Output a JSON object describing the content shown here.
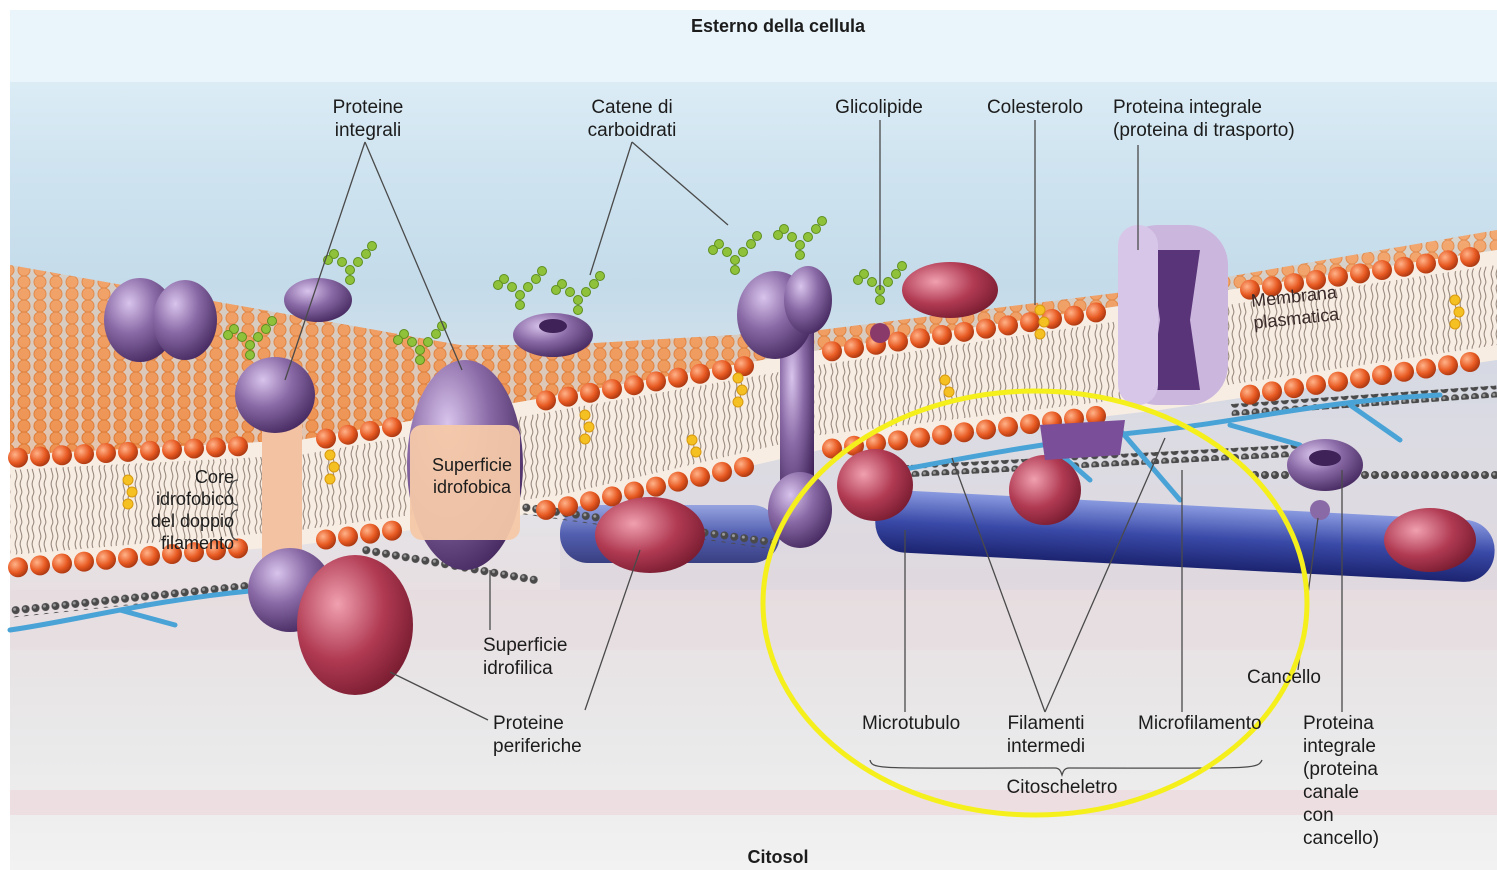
{
  "title_top": "Esterno della cellula",
  "title_bottom": "Citosol",
  "labels": {
    "proteine_integrali": [
      "Proteine",
      "integrali"
    ],
    "catene_carboidrati": [
      "Catene di",
      "carboidrati"
    ],
    "glicolipide": "Glicolipide",
    "colesterolo": "Colesterolo",
    "proteina_trasporto": [
      "Proteina integrale",
      "(proteina di trasporto)"
    ],
    "membrana_plasmatica": [
      "Membrana",
      "plasmatica"
    ],
    "core_idrofobico": [
      "Core",
      "idrofobico",
      "del doppio",
      "filamento"
    ],
    "superficie_idrofobica": [
      "Superficie",
      "idrofobica"
    ],
    "superficie_idrofilica": [
      "Superficie",
      "idrofilica"
    ],
    "proteine_periferiche": [
      "Proteine",
      "periferiche"
    ],
    "microtubulo": "Microtubulo",
    "filamenti_intermedi": [
      "Filamenti",
      "intermedi"
    ],
    "microfilamento": "Microfilamento",
    "citoscheletro": "Citoscheletro",
    "cancello": "Cancello",
    "proteina_canale": [
      "Proteina",
      "integrale",
      "(proteina",
      "canale",
      "con",
      "cancello)"
    ]
  },
  "colors": {
    "head": "#e8622a",
    "head_dark": "#b83d12",
    "tail": "#f5e8d8",
    "sheet": "#f2b078",
    "protein": "#8a6aa6",
    "protein_dark": "#4e2f6e",
    "peripheral": "#a33048",
    "carbohydrate": "#8fc23a",
    "cholesterol": "#f5c021",
    "microtubule": "#3a4aa8",
    "microfilament": "#3a3a3a",
    "intermediate": "#4aa3d6",
    "highlight_circle": "#f5ef1c"
  }
}
